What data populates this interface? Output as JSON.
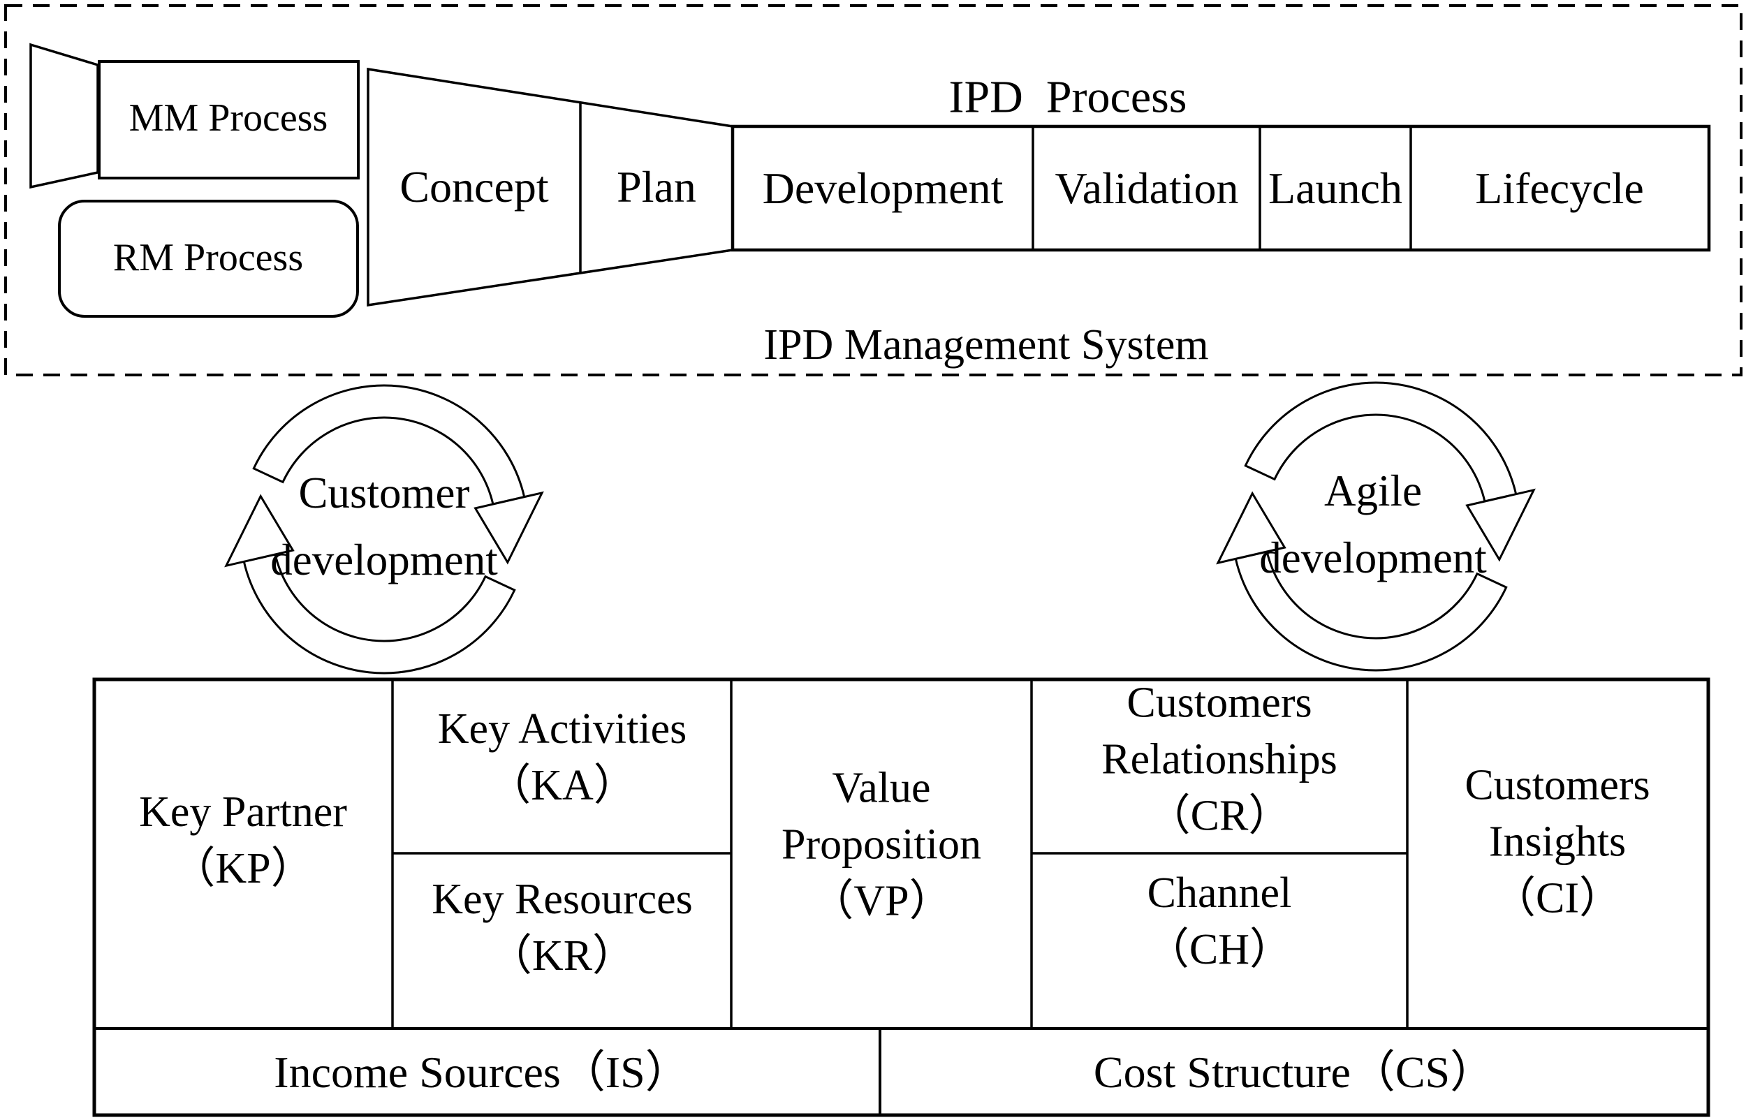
{
  "colors": {
    "ink": "#000000",
    "paper": "#ffffff"
  },
  "ipd_section": {
    "mm_process": "MM Process",
    "rm_process": "RM Process",
    "concept": "Concept",
    "plan": "Plan",
    "process_title": "IPD  Process",
    "phases": [
      "Development",
      "Validation",
      "Launch",
      "Lifecycle"
    ],
    "management_system": "IPD Management System"
  },
  "cycles": {
    "customer": {
      "line1": "Customer",
      "line2": "development"
    },
    "agile": {
      "line1": "Agile",
      "line2": "development"
    }
  },
  "canvas": {
    "key_partner": {
      "title": "Key Partner",
      "abbr": "（KP）"
    },
    "key_activities": {
      "title": "Key Activities",
      "abbr": "（KA）"
    },
    "key_resources": {
      "title": "Key Resources",
      "abbr": "（KR）"
    },
    "value_proposition": {
      "line1": "Value",
      "line2": "Proposition",
      "abbr": "（VP）"
    },
    "customer_relationships": {
      "line1": "Customers",
      "line2": "Relationships",
      "abbr": "（CR）"
    },
    "channel": {
      "title": "Channel",
      "abbr": "（CH）"
    },
    "customer_insights": {
      "line1": "Customers",
      "line2": "Insights",
      "abbr": "（CI）"
    },
    "income_sources": "Income Sources（IS）",
    "cost_structure": "Cost Structure（CS）"
  }
}
